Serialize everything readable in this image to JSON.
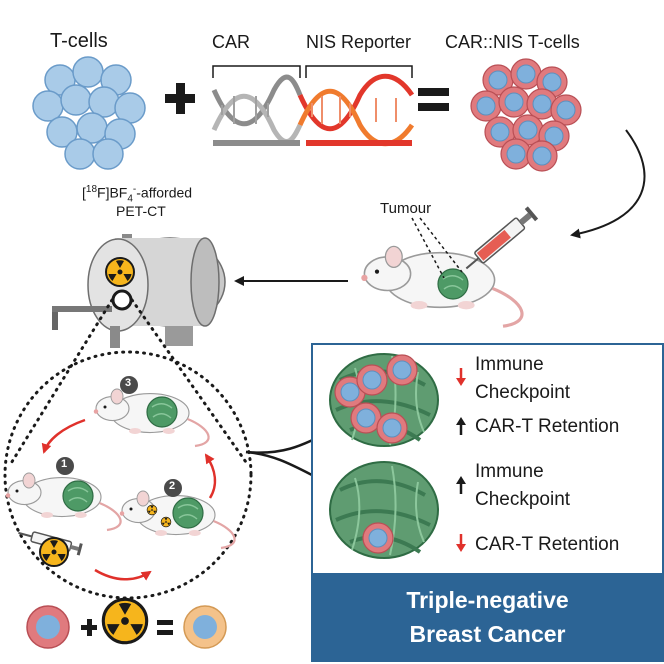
{
  "labels": {
    "tcells": "T-cells",
    "car": "CAR",
    "nis_reporter": "NIS Reporter",
    "car_nis_tcells": "CAR::NIS T-cells",
    "pet_mass": "18",
    "pet_element": "F]BF",
    "pet_sub": "4",
    "pet_charge": "-",
    "pet_suffix": "-afforded",
    "pet_ct": "PET-CT",
    "tumour": "Tumour",
    "step1": "1",
    "step2": "2",
    "step3": "3"
  },
  "panel": {
    "top_row1": "Immune",
    "top_row2": "Checkpoint",
    "top_row3": "CAR-T Retention",
    "bottom_row1": "Immune",
    "bottom_row2": "Checkpoint",
    "bottom_row3": "CAR-T Retention",
    "banner_line1": "Triple-negative",
    "banner_line2": "Breast Cancer"
  },
  "colors": {
    "tcell_fill": "#a9cbe8",
    "tcell_stroke": "#6a9bc9",
    "car_cell_outer": "#e07a7e",
    "car_cell_inner": "#7fb0dc",
    "dna_grey": "#8c8c8c",
    "dna_red": "#e2372b",
    "dna_orange": "#f07b2e",
    "panel_border": "#2c6495",
    "banner": "#2c6495",
    "tumour_green": "#4e9a66",
    "arrow_red": "#e0312b",
    "radiation_yellow": "#f6b51c",
    "radiolabelled_cell_outer": "#f4c28a"
  },
  "icons": [
    "plus-icon",
    "equals-icon",
    "dna-icon",
    "radiation-icon",
    "syringe-icon",
    "mouse-icon",
    "pet-scanner-icon",
    "arrow-up-icon",
    "arrow-down-icon"
  ]
}
